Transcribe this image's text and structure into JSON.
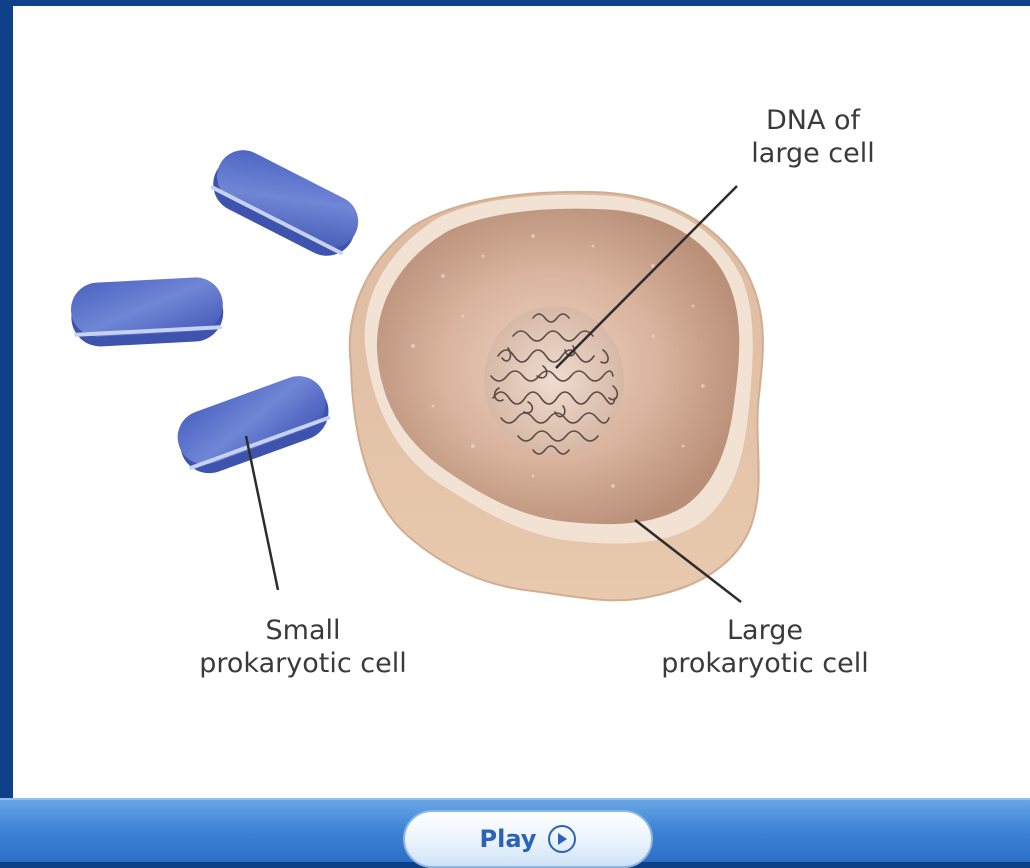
{
  "diagram": {
    "labels": {
      "dna": [
        "DNA of",
        "large cell"
      ],
      "small_cell": [
        "Small",
        "prokaryotic cell"
      ],
      "large_cell": [
        "Large",
        "prokaryotic cell"
      ]
    }
  },
  "toolbar": {
    "play_label": "Play",
    "play_icon": "play-circle-icon"
  },
  "colors": {
    "frame": "#0e4187",
    "small_cell": "#4a66c4",
    "large_cell": "#e2c0a4",
    "toolbar": "#3f85d6",
    "play_text": "#2a63b8"
  }
}
